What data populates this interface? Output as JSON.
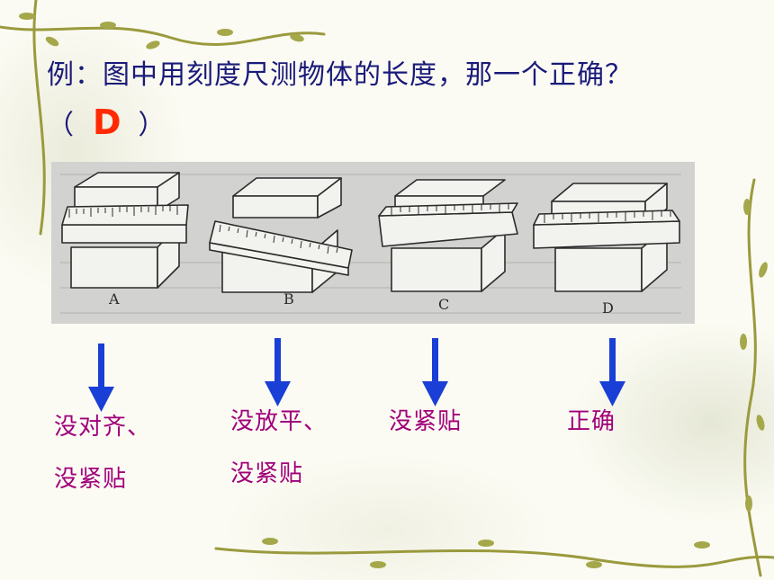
{
  "question": {
    "text_before": "例：图中用刻度尺测物体的长度，那一个正确？（",
    "answer": "D",
    "text_after": "）"
  },
  "figure": {
    "panels": [
      {
        "letter": "A"
      },
      {
        "letter": "B"
      },
      {
        "letter": "C"
      },
      {
        "letter": "D"
      }
    ]
  },
  "labels": [
    {
      "line1": "没对齐、",
      "line2": "没紧贴"
    },
    {
      "line1": "没放平、",
      "line2": "没紧贴"
    },
    {
      "line1": "没紧贴",
      "line2": ""
    },
    {
      "line1": "正确",
      "line2": ""
    }
  ],
  "colors": {
    "question_text": "#1a1a7a",
    "answer": "#ff2a00",
    "label_text": "#a0007a",
    "arrow": "#1a3fd6"
  }
}
